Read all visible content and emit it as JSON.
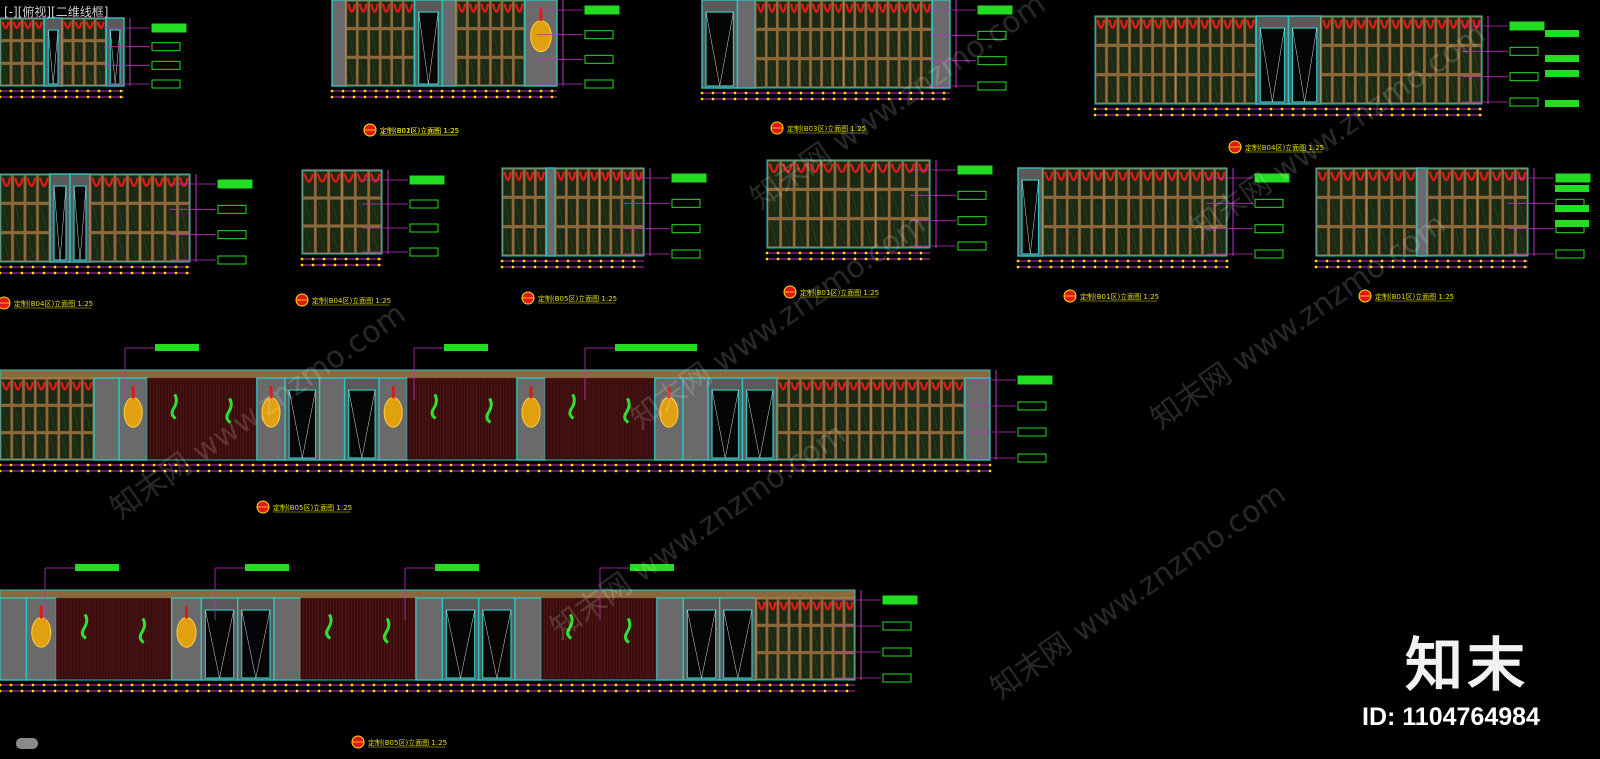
{
  "viewport": {
    "label": "[-][俯视][二维线框]"
  },
  "colors": {
    "background": "#000000",
    "wood": "#8a6a3c",
    "frame": "#2ec4c0",
    "dimension": "#c030c0",
    "tag": "#22dd22",
    "accent_red": "#e01818",
    "title_text": "#e8e000"
  },
  "elevations": [
    {
      "id": "e1",
      "title": "定制(B01区)立面图   1:25"
    },
    {
      "id": "e2",
      "title": "定制(B02区)立面图   1:25"
    },
    {
      "id": "e3",
      "title": "定制(B03区)立面图   1:25"
    },
    {
      "id": "e4",
      "title": "定制(B04区)立面图   1:25"
    },
    {
      "id": "e5",
      "title": "定制(B04区)立面图   1:25"
    },
    {
      "id": "e6",
      "title": "定制(B04区)立面图   1:25"
    },
    {
      "id": "e7",
      "title": "定制(B05区)立面图   1:25"
    },
    {
      "id": "e8",
      "title": "定制(B01区)立面图   1:25"
    },
    {
      "id": "e9",
      "title": "定制(B01区)立面图   1:25"
    },
    {
      "id": "e10",
      "title": "定制(B05区)立面图   1:25"
    },
    {
      "id": "e11",
      "title": "定制(B05区)立面图   1:25"
    }
  ],
  "watermark": {
    "text": "知末网 www.znzmo.com",
    "brand": "知末",
    "id_text": "ID: 1104764984"
  }
}
